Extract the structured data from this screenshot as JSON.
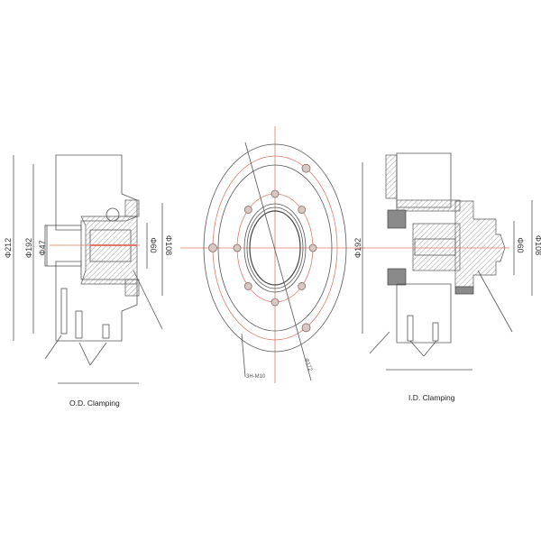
{
  "od_view": {
    "caption": "O.D. Clamping",
    "dims": {
      "d212": "Φ212",
      "d192": "Φ192",
      "d47": "Φ47",
      "d60": "Φ60",
      "d108": "Φ108"
    }
  },
  "face_view": {
    "bolt_label": "3H-M10",
    "pcd_label": "Φ172"
  },
  "id_view": {
    "caption": "I.D. Clamping",
    "dims": {
      "d192": "Φ192",
      "d60": "Φ60",
      "d108": "Φ108"
    }
  },
  "colors": {
    "centerline": "#e07a6a",
    "outline": "#555555"
  }
}
